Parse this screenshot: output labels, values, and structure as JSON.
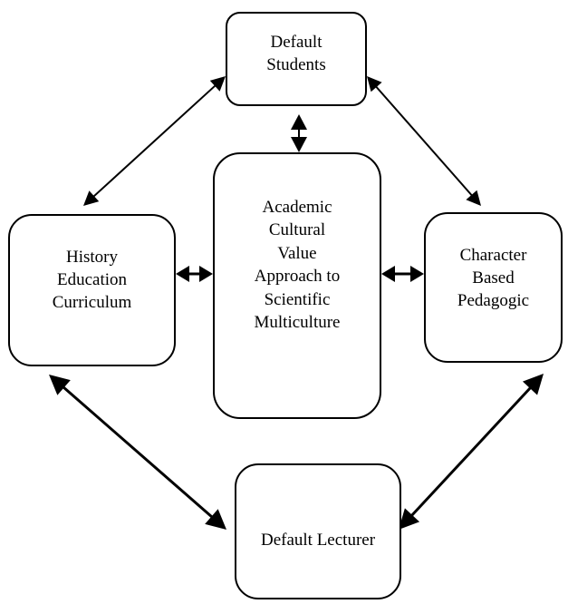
{
  "diagram": {
    "nodes": {
      "top": {
        "label": "Default\nStudents"
      },
      "center": {
        "label": "Academic\nCultural\nValue\nApproach to\nScientific\nMulticulture"
      },
      "left": {
        "label": "History\nEducation\nCurriculum"
      },
      "right": {
        "label": "Character\nBased\nPedagogic"
      },
      "bottom": {
        "label": "Default Lecturer"
      }
    },
    "edges": [
      {
        "from": "top",
        "to": "left",
        "type": "double-arrow"
      },
      {
        "from": "top",
        "to": "right",
        "type": "double-arrow"
      },
      {
        "from": "top",
        "to": "center",
        "type": "double-arrow"
      },
      {
        "from": "left",
        "to": "center",
        "type": "double-arrow"
      },
      {
        "from": "center",
        "to": "right",
        "type": "double-arrow"
      },
      {
        "from": "left",
        "to": "bottom",
        "type": "double-arrow"
      },
      {
        "from": "right",
        "to": "bottom",
        "type": "double-arrow"
      },
      {
        "from": "bottom",
        "to": "center",
        "type": "double-arrow"
      }
    ],
    "colors": {
      "stroke": "#000000",
      "fill": "#ffffff"
    }
  }
}
